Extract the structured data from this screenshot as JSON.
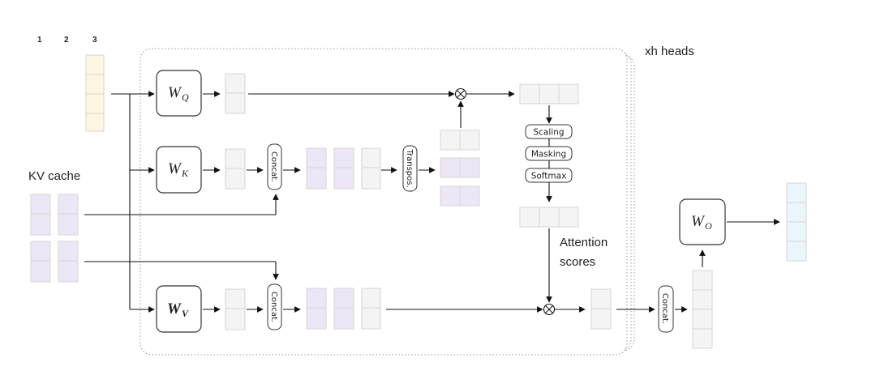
{
  "token_indices": [
    "1",
    "2",
    "3"
  ],
  "heads_label": "xh heads",
  "kv_cache_label": "KV cache",
  "weights": {
    "q": {
      "main": "W",
      "sub": "Q"
    },
    "k": {
      "main": "W",
      "sub": "K"
    },
    "v": {
      "main": "W",
      "sub": "V"
    },
    "o": {
      "main": "W",
      "sub": "O"
    }
  },
  "ops": {
    "concat": "Concat.",
    "transpose": "Transpos.",
    "scaling": "Scaling",
    "masking": "Masking",
    "softmax": "Softmax"
  },
  "attention_scores": [
    "Attention",
    "scores"
  ],
  "colors": {
    "token": "#fdf7e1",
    "cache": "#ece6f6",
    "neutral": "#f4f4f4",
    "output": "#eaf5fc",
    "line": "#111111",
    "border": "#333333"
  }
}
